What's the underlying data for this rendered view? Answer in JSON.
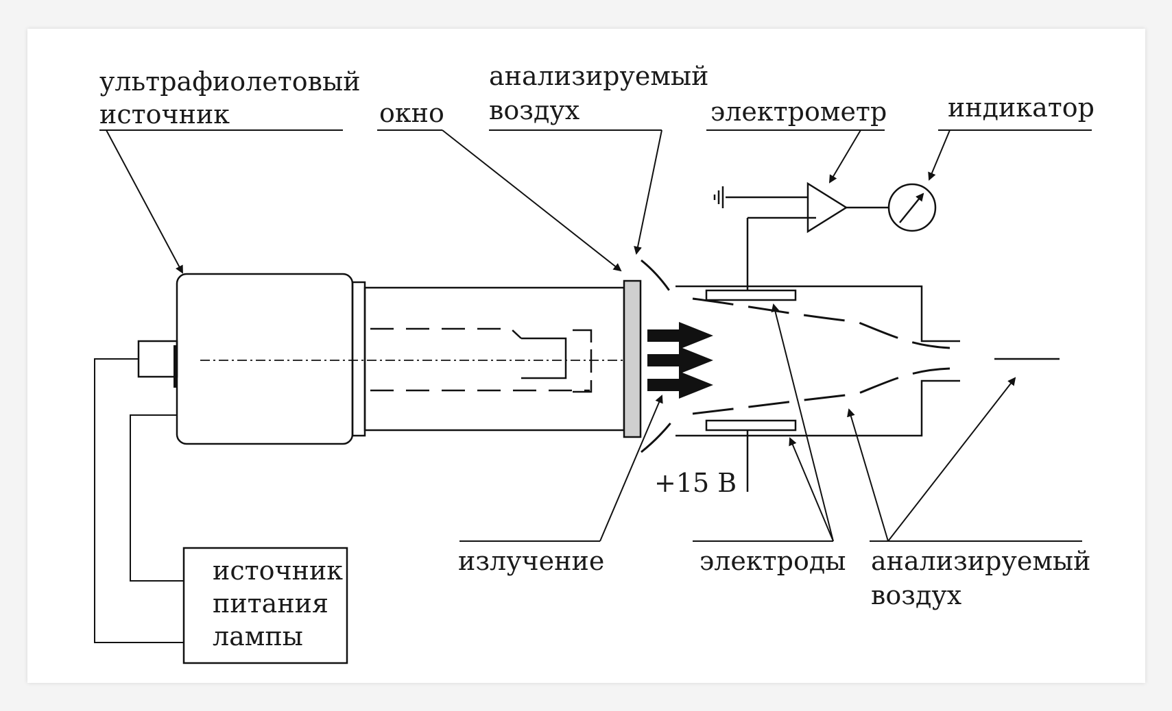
{
  "labels": {
    "uv_source_line1": "ультрафиолетовый",
    "uv_source_line2": "источник",
    "window": "окно",
    "analyzed_air_top_line1": "анализируемый",
    "analyzed_air_top_line2": "воздух",
    "electrometer": "электрометр",
    "indicator": "индикатор",
    "voltage": "+15 В",
    "radiation": "излучение",
    "electrodes": "электроды",
    "analyzed_air_bottom_line1": "анализируемый",
    "analyzed_air_bottom_line2": "воздух",
    "power_supply_line1": "источник",
    "power_supply_line2": "питания",
    "power_supply_line3": "лампы"
  }
}
